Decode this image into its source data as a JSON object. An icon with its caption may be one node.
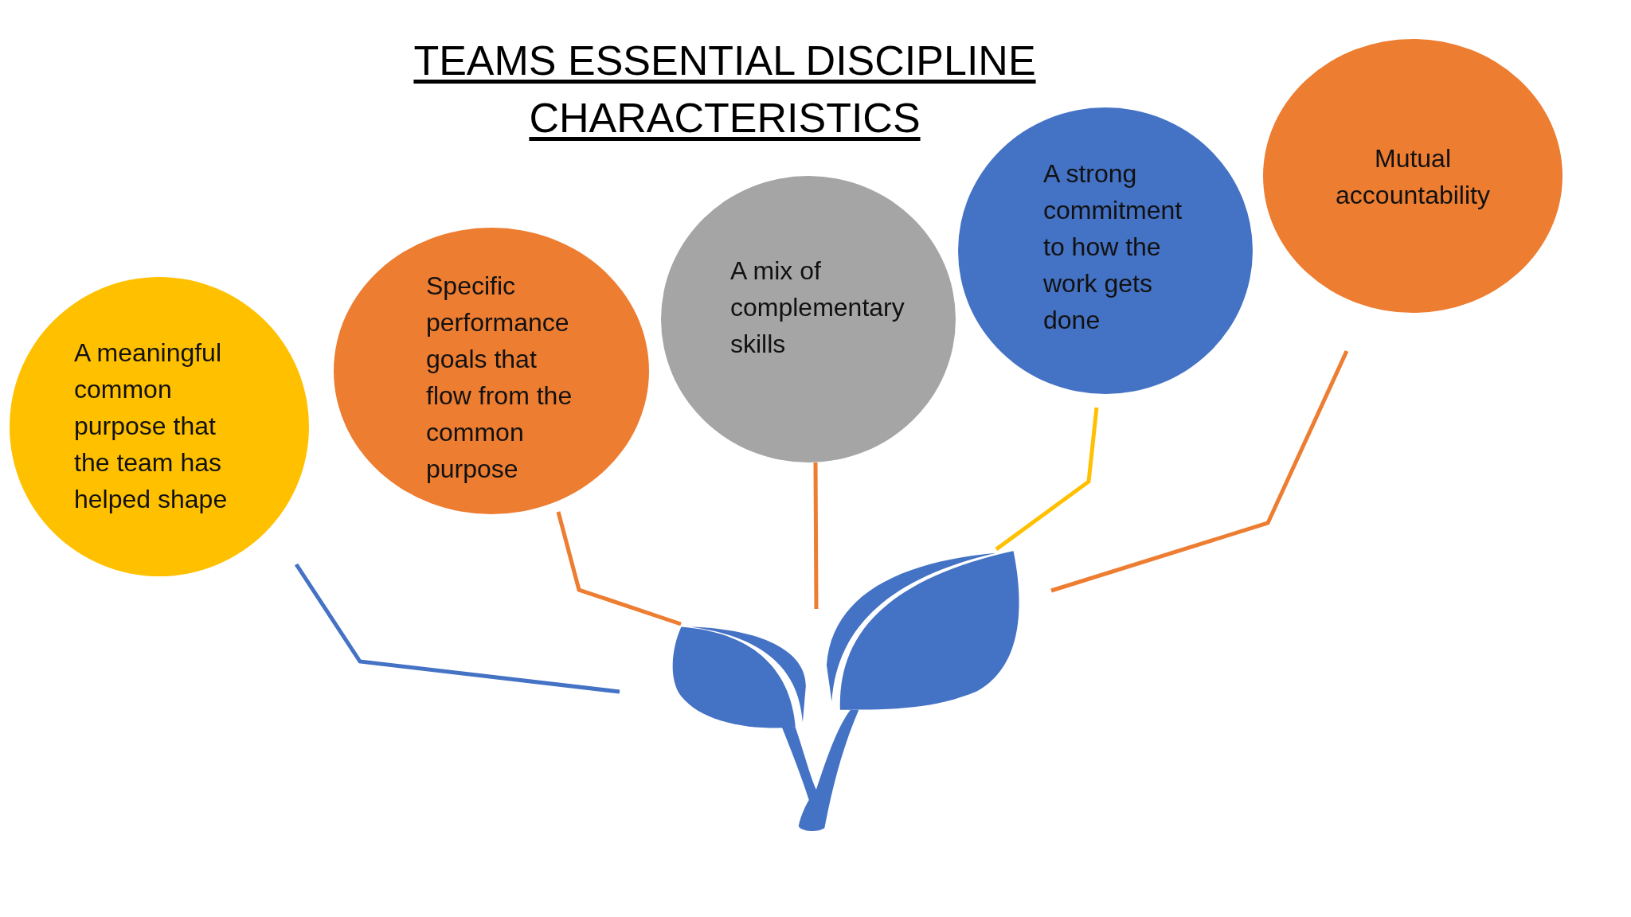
{
  "diagram": {
    "title": "TEAMS ESSENTIAL DISCIPLINE CHARACTERISTICS",
    "nodes": [
      {
        "text": [
          "A meaningful common purpose that the team has helped shape"
        ]
      },
      {
        "text": [
          "Specific performance goals that flow from the common purpose"
        ]
      },
      {
        "text": [
          "A mix of complementary skills"
        ]
      },
      {
        "text": [
          "A strong commitment to how the work gets done"
        ]
      },
      {
        "text": [
          "Mutual accountability"
        ]
      },
      {
        "text": [],
        "shape": "picture"
      }
    ],
    "edges": [
      {
        "from": 0,
        "to": 5,
        "arrow": "none",
        "color": "#4472c4"
      },
      {
        "from": 1,
        "to": 5,
        "arrow": "none"
      },
      {
        "from": 2,
        "to": 5,
        "arrow": "none"
      },
      {
        "from": 3,
        "to": 5,
        "arrow": "none",
        "color": "#ffc000"
      },
      {
        "from": 4,
        "to": 5,
        "arrow": "none"
      }
    ]
  }
}
